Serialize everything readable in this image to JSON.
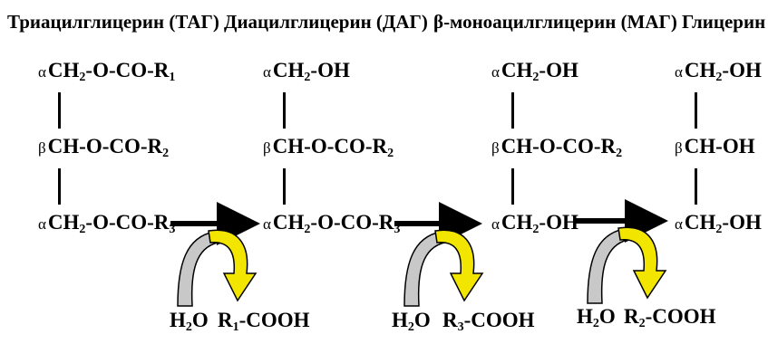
{
  "titles": {
    "tag": "Триацилглицерин (ТАГ)",
    "dag": "Диацилглицерин (ДАГ)",
    "mag": "β-моноацилглицерин (МАГ)",
    "glycerol": "Глицерин"
  },
  "labels": {
    "alpha": "α",
    "beta": "β"
  },
  "chem": {
    "ch2": "CH",
    "sub2": "2",
    "o_co_r": "-O-CO-R",
    "oh": "-OH",
    "ch_o_co_r": "CH-O-CO-R",
    "ch_oh": "CH-OH",
    "r1": "1",
    "r2": "2",
    "r3": "3"
  },
  "water": {
    "h": "H",
    "sub": "2",
    "o": "O"
  },
  "acids": [
    {
      "r": "R",
      "idx": "1",
      "tail": "-COOH"
    },
    {
      "r": "R",
      "idx": "3",
      "tail": "-COOH"
    },
    {
      "r": "R",
      "idx": "2",
      "tail": "-COOH"
    }
  ],
  "colors": {
    "product_arrow": "#f2e600",
    "water_arrow": "#c8c8c8",
    "bond": "#000000"
  }
}
